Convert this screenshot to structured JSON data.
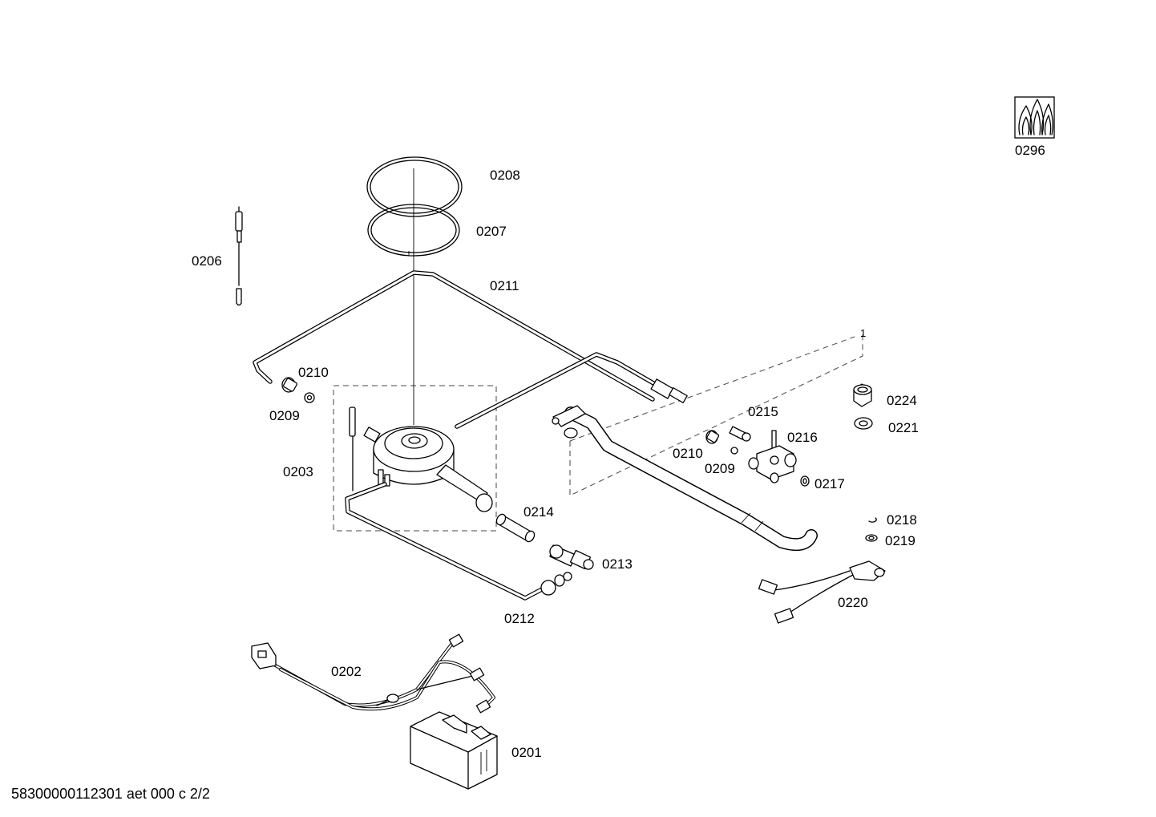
{
  "diagram": {
    "labels": {
      "p0201": "0201",
      "p0202": "0202",
      "p0203": "0203",
      "p0206": "0206",
      "p0207": "0207",
      "p0208": "0208",
      "p0209a": "0209",
      "p0209b": "0209",
      "p0210a": "0210",
      "p0210b": "0210",
      "p0211": "0211",
      "p0212": "0212",
      "p0213": "0213",
      "p0214": "0214",
      "p0215": "0215",
      "p0216": "0216",
      "p0217": "0217",
      "p0218": "0218",
      "p0219": "0219",
      "p0220": "0220",
      "p0221": "0221",
      "p0224": "0224",
      "p0296": "0296",
      "ref1": "1"
    },
    "footer": "58300000112301 aet 000 c 2/2",
    "icons": {
      "gas_flame_symbol": "gas-flame-icon"
    }
  }
}
